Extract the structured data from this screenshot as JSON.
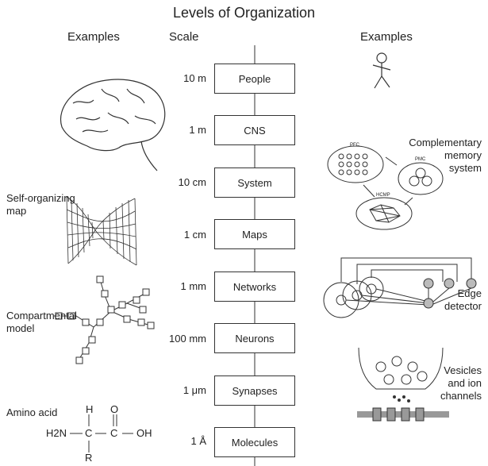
{
  "title": "Levels of Organization",
  "headers": {
    "left_examples": "Examples",
    "scale": "Scale",
    "right_examples": "Examples"
  },
  "levels": [
    {
      "scale": "10 m",
      "label": "People"
    },
    {
      "scale": "1 m",
      "label": "CNS"
    },
    {
      "scale": "10 cm",
      "label": "System"
    },
    {
      "scale": "1 cm",
      "label": "Maps"
    },
    {
      "scale": "1 mm",
      "label": "Networks"
    },
    {
      "scale": "100 mm",
      "label": "Neurons"
    },
    {
      "scale": "1 μm",
      "label": "Synapses"
    },
    {
      "scale": "1 Å",
      "label": "Molecules"
    }
  ],
  "left_examples": {
    "som": "Self-organizing\nmap",
    "compartmental": "Compartmental\nmodel",
    "amino": "Amino acid",
    "formula": {
      "h_top": "H",
      "o_top": "O",
      "h2n": "H2N",
      "c1": "C",
      "c2": "C",
      "oh": "OH",
      "r": "R"
    }
  },
  "right_examples": {
    "cms": "Complementary\nmemory\nsystem",
    "pfc": "PFC",
    "pmc": "PMC",
    "hcmp": "HCMP",
    "edge": "Edge\ndetector",
    "vesicles": "Vesicles\nand ion\nchannels"
  }
}
